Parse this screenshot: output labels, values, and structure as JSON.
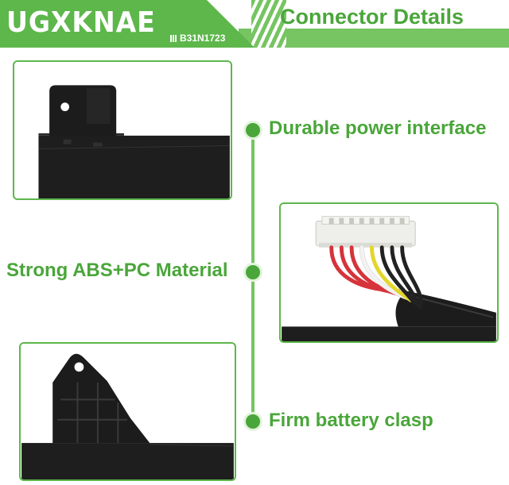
{
  "header": {
    "brand": "UGXKNAE",
    "model": "B31N1723",
    "section_title": "Connector Details"
  },
  "features": [
    {
      "label": "Durable power interface"
    },
    {
      "label": "Strong ABS+PC Material"
    },
    {
      "label": "Firm battery clasp"
    }
  ],
  "colors": {
    "brand_green": "#5db74b",
    "title_green": "#4aa63a",
    "band_green": "#76c462",
    "battery_black": "#1e1e1e",
    "connector_white": "#eeeeea"
  },
  "wire_colors": [
    "#d6333a",
    "#d6333a",
    "#d6333a",
    "#ffffff",
    "#e3d62c",
    "#222222",
    "#222222",
    "#222222"
  ]
}
